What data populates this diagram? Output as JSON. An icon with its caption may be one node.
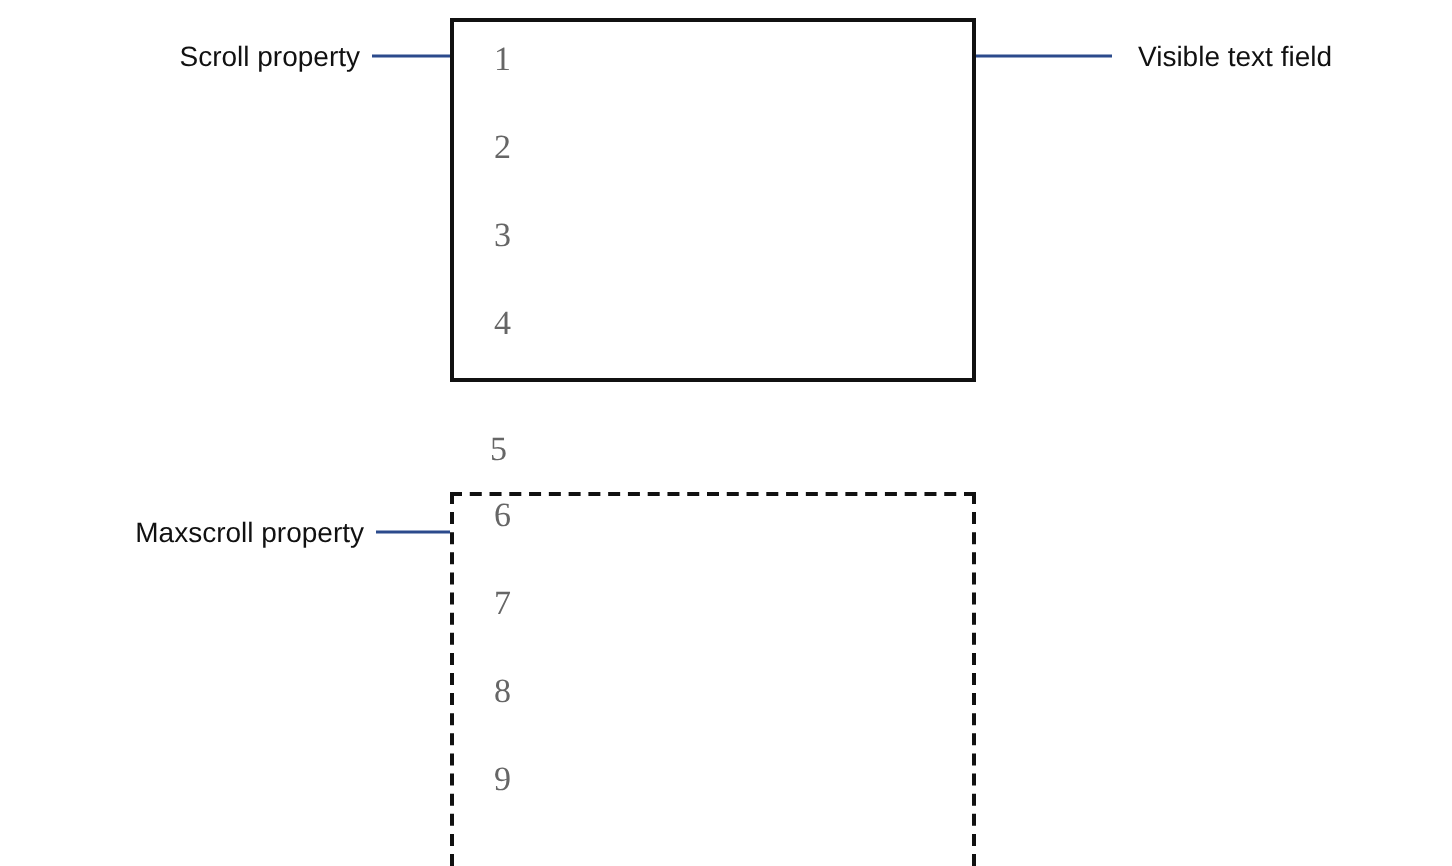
{
  "diagram": {
    "nodes": [
      {
        "text": [
          "Scroll property"
        ]
      },
      {
        "text": [
          "1",
          "2",
          "3",
          "4"
        ]
      },
      {
        "text": [
          "Visible text field"
        ]
      },
      {
        "text": [
          "Maxscroll property"
        ]
      },
      {
        "text": [
          "6",
          "7",
          "8",
          "9"
        ]
      }
    ],
    "edges": [
      {
        "from": 0,
        "to": 1,
        "arrow": "none"
      },
      {
        "from": 2,
        "to": 1,
        "arrow": "none"
      },
      {
        "from": 3,
        "to": 4,
        "arrow": "none"
      }
    ],
    "labels": [
      "5"
    ]
  }
}
